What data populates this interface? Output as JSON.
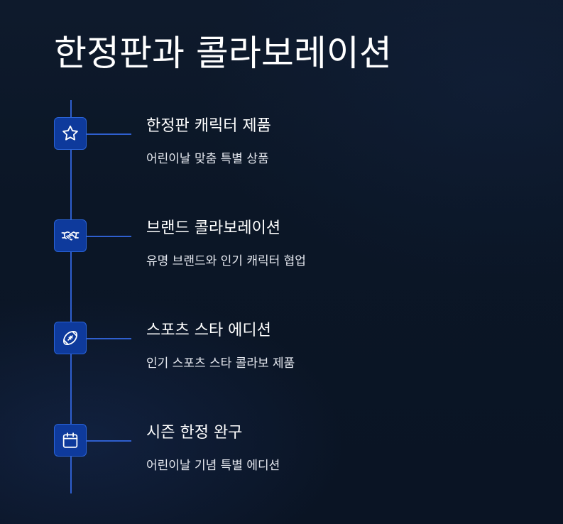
{
  "page": {
    "title": "한정판과 콜라보레이션"
  },
  "items": [
    {
      "icon": "star-icon",
      "title": "한정판 캐릭터 제품",
      "desc": "어린이날 맞춤 특별 상품"
    },
    {
      "icon": "handshake-icon",
      "title": "브랜드 콜라보레이션",
      "desc": "유명 브랜드와 인기 캐릭터 협업"
    },
    {
      "icon": "football-icon",
      "title": "스포츠 스타 에디션",
      "desc": "인기 스포츠 스타 콜라보 제품"
    },
    {
      "icon": "calendar-icon",
      "title": "시즌 한정 완구",
      "desc": "어린이날 기념 특별 에디션"
    }
  ],
  "colors": {
    "accent": "#2f5fcf",
    "node_fill": "#0e3a9c",
    "background": "#0b1626"
  }
}
